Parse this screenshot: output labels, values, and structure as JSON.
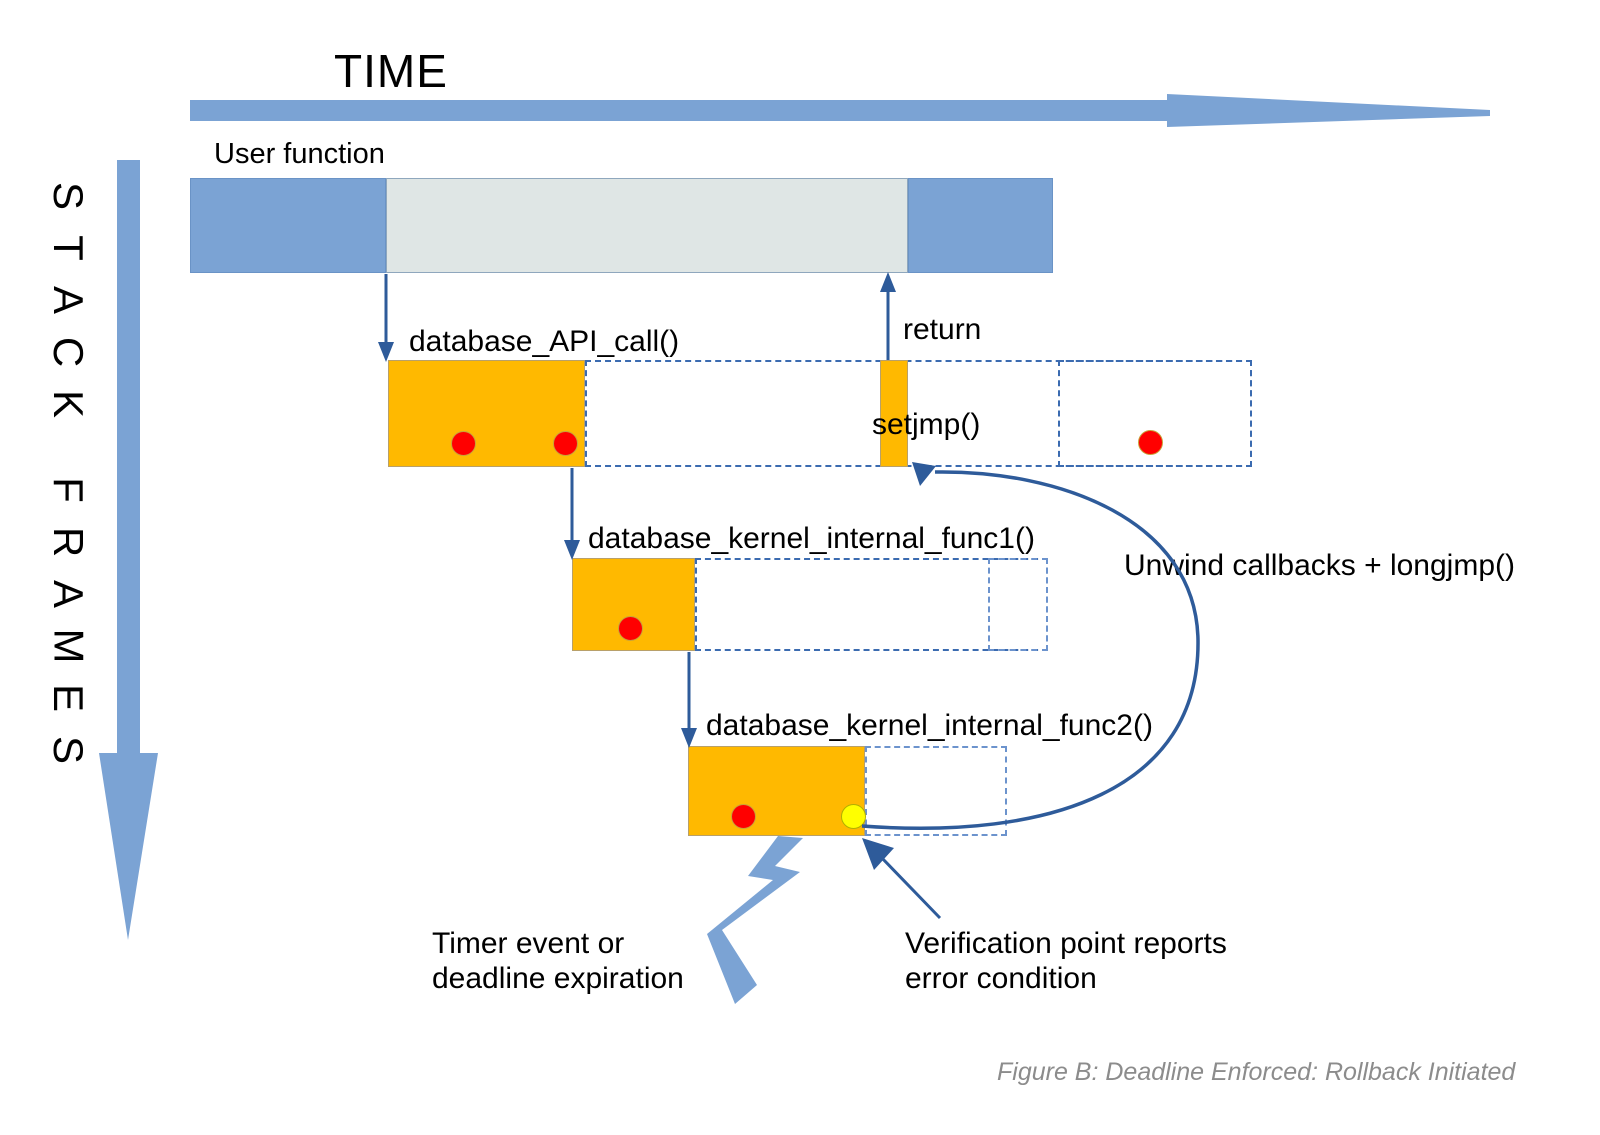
{
  "figure": {
    "caption": "Figure B: Deadline Enforced: Rollback Initiated",
    "time_axis_label": "TIME",
    "stack_axis_label": "STACK FRAMES",
    "stack_axis_letters": [
      "S",
      "T",
      "A",
      "C",
      "K",
      "",
      "F",
      "R",
      "A",
      "M",
      "E",
      "S"
    ]
  },
  "colors": {
    "blue_bar": "#7BA3D4",
    "gray_bar": "#DFE6E5",
    "orange_box": "#FFB900",
    "dashed_border": "#3B6BB0",
    "arrow_blue": "#2E5B9A",
    "dot_red": "#FF0000",
    "dot_yellow": "#FFFF00",
    "caption_gray": "#8C8C8C"
  },
  "frames": [
    {
      "id": "user-function",
      "label": "User function",
      "kind": "user",
      "dots": []
    },
    {
      "id": "database-api-call",
      "label": "database_API_call()",
      "kind": "stack-frame",
      "dots": [
        "red",
        "red",
        "red"
      ]
    },
    {
      "id": "database-kernel-internal-func1",
      "label": "database_kernel_internal_func1()",
      "kind": "stack-frame",
      "dots": [
        "red"
      ]
    },
    {
      "id": "database-kernel-internal-func2",
      "label": "database_kernel_internal_func2()",
      "kind": "stack-frame",
      "dots": [
        "red",
        "yellow"
      ]
    }
  ],
  "annotations": {
    "setjmp": "setjmp()",
    "return": "return",
    "unwind": "Unwind callbacks + longjmp()",
    "timer_event_line1": "Timer event or",
    "timer_event_line2": "deadline expiration",
    "verification_line1": "Verification point reports",
    "verification_line2": "error condition"
  }
}
